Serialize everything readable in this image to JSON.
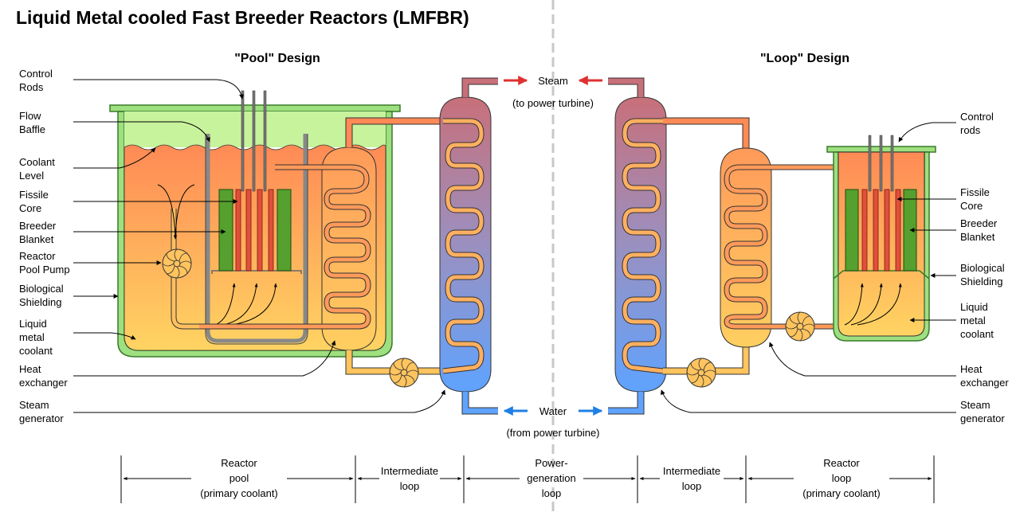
{
  "title": "Liquid Metal cooled Fast Breeder Reactors (LMFBR)",
  "pool_design": {
    "heading": "\"Pool\" Design",
    "labels": {
      "control_rods": [
        "Control",
        "Rods"
      ],
      "flow_baffle": [
        "Flow",
        "Baffle"
      ],
      "coolant_level": [
        "Coolant",
        "Level"
      ],
      "fissile_core": [
        "Fissile",
        "Core"
      ],
      "breeder_blanket": [
        "Breeder",
        "Blanket"
      ],
      "reactor_pool_pump": [
        "Reactor",
        "Pool Pump"
      ],
      "biological_shielding": [
        "Biological",
        "Shielding"
      ],
      "liquid_metal_coolant": [
        "Liquid",
        "metal",
        "coolant"
      ],
      "heat_exchanger": [
        "Heat",
        "exchanger"
      ],
      "steam_generator": [
        "Steam",
        "generator"
      ]
    }
  },
  "loop_design": {
    "heading": "\"Loop\" Design",
    "labels": {
      "control_rods": [
        "Control",
        "rods"
      ],
      "fissile_core": [
        "Fissile",
        "Core"
      ],
      "breeder_blanket": [
        "Breeder",
        "Blanket"
      ],
      "biological_shielding": [
        "Biological",
        "Shielding"
      ],
      "liquid_metal_coolant": [
        "Liquid",
        "metal",
        "coolant"
      ],
      "heat_exchanger": [
        "Heat",
        "exchanger"
      ],
      "steam_generator": [
        "Steam",
        "generator"
      ]
    }
  },
  "center": {
    "steam": "Steam",
    "steam_note": "(to power turbine)",
    "water": "Water",
    "water_note": "(from power turbine)"
  },
  "loops": [
    {
      "lines": [
        "Reactor",
        "pool",
        "(primary coolant)"
      ]
    },
    {
      "lines": [
        "Intermediate",
        "loop"
      ]
    },
    {
      "lines": [
        "Power-",
        "generation",
        "loop"
      ]
    },
    {
      "lines": [
        "Intermediate",
        "loop"
      ]
    },
    {
      "lines": [
        "Reactor",
        "loop",
        "(primary coolant)"
      ]
    }
  ],
  "colors": {
    "shield_green": "#9ee07f",
    "shield_stroke": "#3a7a2a",
    "coolant_top": "#ff8c55",
    "coolant_bottom": "#ffd060",
    "core_rod": "#e0503a",
    "blanket": "#55a02e",
    "steam_red": "#e03030",
    "water_blue": "#1f7fe6",
    "divider": "#c8c8c8"
  }
}
